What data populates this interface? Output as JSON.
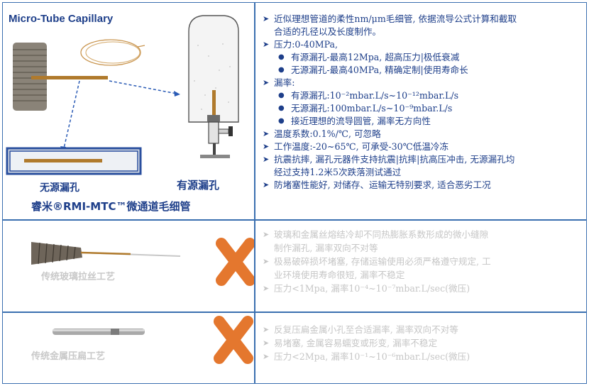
{
  "micro": {
    "title": "Micro-Tube Capillary",
    "label_passive": "无源漏孔",
    "label_active": "有源漏孔",
    "brand": "睿米®RMI-MTC™微通道毛细管"
  },
  "spec_lines": [
    {
      "level": 1,
      "text": "近似理想管道的柔性nm/μm毛细管, 依据流导公式计算和截取"
    },
    {
      "level": 0,
      "text": "合适的孔径以及长度制作。"
    },
    {
      "level": 1,
      "text": "压力:0-40MPa,"
    },
    {
      "level": 2,
      "text": "有源漏孔-最高12Mpa, 超高压力|极低衰减"
    },
    {
      "level": 2,
      "text": "无源漏孔-最高40MPa, 精确定制|使用寿命长"
    },
    {
      "level": 1,
      "text": "漏率:"
    },
    {
      "level": 2,
      "text": "有源漏孔:10⁻²mbar.L/s~10⁻¹²mbar.L/s"
    },
    {
      "level": 2,
      "text": "无源漏孔:100mbar.L/s~10⁻⁹mbar.L/s"
    },
    {
      "level": 2,
      "text": "接近理想的流导圆管, 漏率无方向性"
    },
    {
      "level": 1,
      "text": "温度系数:0.1%/℃, 可忽略"
    },
    {
      "level": 1,
      "text": "工作温度:-20~65℃, 可承受-30℃低温冷冻"
    },
    {
      "level": 1,
      "text": "抗震抗摔, 漏孔元器件支持抗震|抗摔|抗高压冲击, 无源漏孔均"
    },
    {
      "level": 0,
      "text": "经过支持1.2米5次跌落测试通过"
    },
    {
      "level": 1,
      "text": "防堵塞性能好, 对储存、运输无特别要求, 适合恶劣工况"
    }
  ],
  "glass": {
    "label": "传统玻璃拉丝工艺",
    "lines": [
      {
        "level": 1,
        "text": "玻璃和金属丝熔结冷却不同热膨胀系数形成的微小缝隙"
      },
      {
        "level": 0,
        "text": "制作漏孔, 漏率双向不对等"
      },
      {
        "level": 1,
        "text": "极易破碎损坏堵塞, 存储运输使用必须严格遵守规定, 工"
      },
      {
        "level": 0,
        "text": "业环境使用寿命很短, 漏率不稳定"
      },
      {
        "level": 1,
        "text": "压力<1Mpa, 漏率10⁻⁴~10⁻⁷mbar.L/sec(微压)"
      }
    ]
  },
  "metal": {
    "label": "传统金属压扁工艺",
    "lines": [
      {
        "level": 1,
        "text": "反复压扁金属小孔至合适漏率, 漏率双向不对等"
      },
      {
        "level": 1,
        "text": "易堵塞, 金属容易蠕变或形变, 漏率不稳定"
      },
      {
        "level": 1,
        "text": "压力<2Mpa, 漏率10⁻¹~10⁻⁶mbar.L/sec(微压)"
      }
    ]
  },
  "colors": {
    "border": "#3a6fb0",
    "text": "#1e3f8a",
    "cross": "#e4772e",
    "faded": "#c6c6c6"
  }
}
